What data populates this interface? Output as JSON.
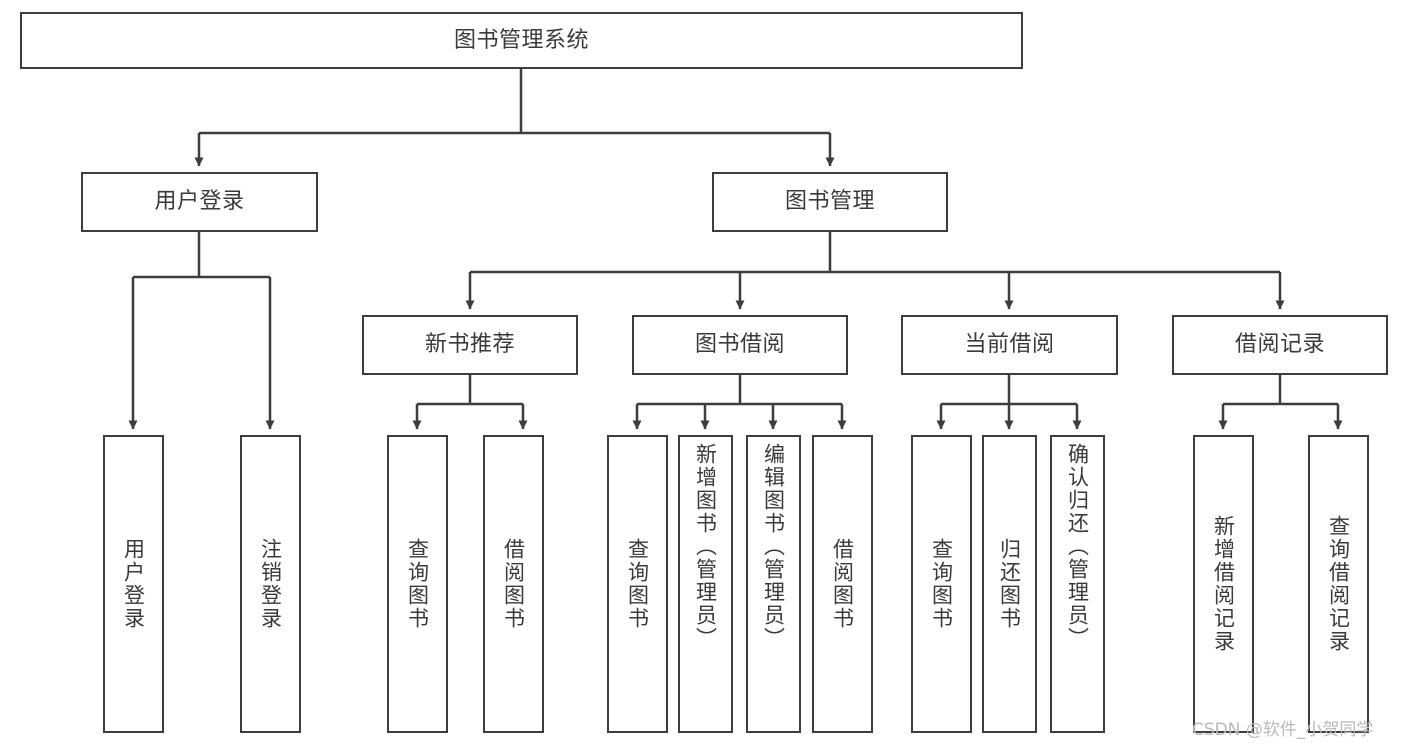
{
  "diagram": {
    "title": "图书管理系统",
    "type": "hierarchy-tree",
    "root": {
      "label": "图书管理系统"
    },
    "level1": [
      {
        "label": "用户登录"
      },
      {
        "label": "图书管理"
      }
    ],
    "level2": [
      {
        "label": "新书推荐"
      },
      {
        "label": "图书借阅"
      },
      {
        "label": "当前借阅"
      },
      {
        "label": "借阅记录"
      }
    ],
    "leaves": [
      {
        "label": "用户登录",
        "parent": "用户登录"
      },
      {
        "label": "注销登录",
        "parent": "用户登录"
      },
      {
        "label": "查询图书",
        "parent": "新书推荐"
      },
      {
        "label": "借阅图书",
        "parent": "新书推荐"
      },
      {
        "label": "查询图书",
        "parent": "图书借阅"
      },
      {
        "label": "新增图书（管理员）",
        "parent": "图书借阅"
      },
      {
        "label": "编辑图书（管理员）",
        "parent": "图书借阅"
      },
      {
        "label": "借阅图书",
        "parent": "图书借阅"
      },
      {
        "label": "查询图书",
        "parent": "当前借阅"
      },
      {
        "label": "归还图书",
        "parent": "当前借阅"
      },
      {
        "label": "确认归还（管理员）",
        "parent": "当前借阅"
      },
      {
        "label": "新增借阅记录",
        "parent": "借阅记录"
      },
      {
        "label": "查询借阅记录",
        "parent": "借阅记录"
      }
    ]
  },
  "watermark": {
    "text": "CSDN @软件_小贺同学"
  },
  "colors": {
    "stroke": "#3d3d3d",
    "background": "#ffffff",
    "text": "#3a3a3a",
    "watermark": "#b9b9b9"
  }
}
